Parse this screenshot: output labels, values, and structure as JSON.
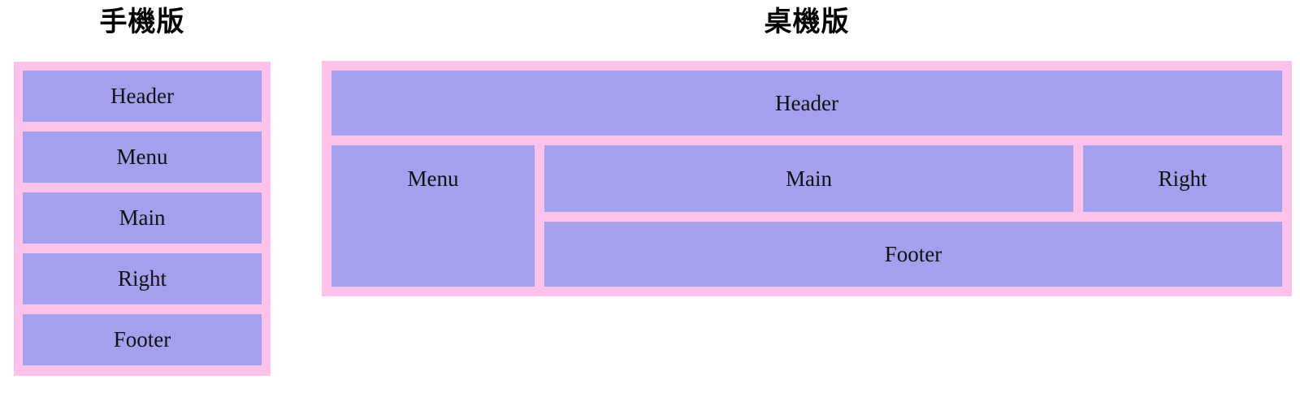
{
  "colors": {
    "page_bg": "#ffffff",
    "container_pink": "#ffc2ea",
    "box_purple": "#a3a1ed",
    "label_text": "#111111",
    "title_text": "#000000"
  },
  "mobile_section": {
    "title": "手機版",
    "boxes": [
      {
        "label": "Header"
      },
      {
        "label": "Menu"
      },
      {
        "label": "Main"
      },
      {
        "label": "Right"
      },
      {
        "label": "Footer"
      }
    ]
  },
  "desktop_section": {
    "title": "桌機版",
    "boxes": {
      "header": "Header",
      "menu": "Menu",
      "main": "Main",
      "right": "Right",
      "footer": "Footer"
    }
  }
}
